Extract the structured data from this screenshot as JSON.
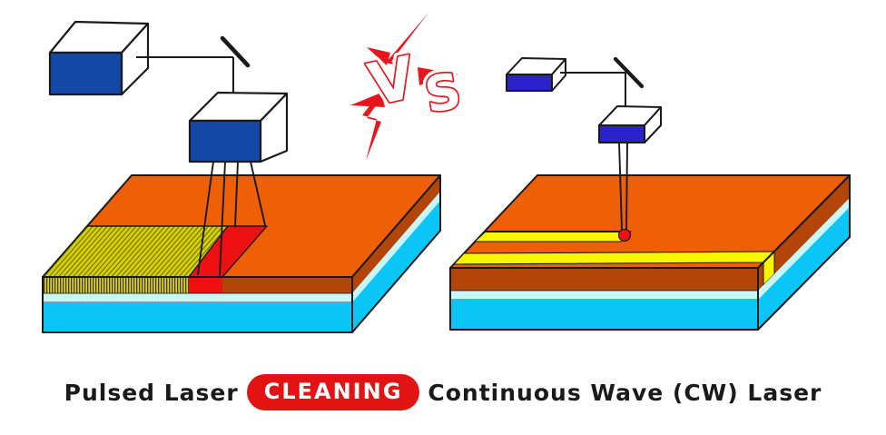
{
  "caption": {
    "left_label": "Pulsed Laser",
    "badge": "CLEANING",
    "right_label": "Continuous Wave (CW) Laser"
  },
  "vs": {
    "v": "V",
    "s": "S"
  },
  "colors": {
    "orange_top": "#EE5F06",
    "rust_side": "#B34508",
    "interlayer_pale": "#C8F7FB",
    "substrate_cyan": "#0AC6F6",
    "cleaned_surface": "#D7D300",
    "hatch_line": "#7A7800",
    "cleaned_front": "#D8CF2E",
    "hatch_front_line": "#44400E",
    "stripe_yellow": "#F8F500",
    "spot_red": "#EE1111",
    "pulsed_blue": "#1348A8",
    "cw_blue": "#2A23CC",
    "badge_red": "#E31313",
    "bolt_red": "#E8151C",
    "outline": "#1A1A1A",
    "box_face": "#FFFFFF"
  }
}
